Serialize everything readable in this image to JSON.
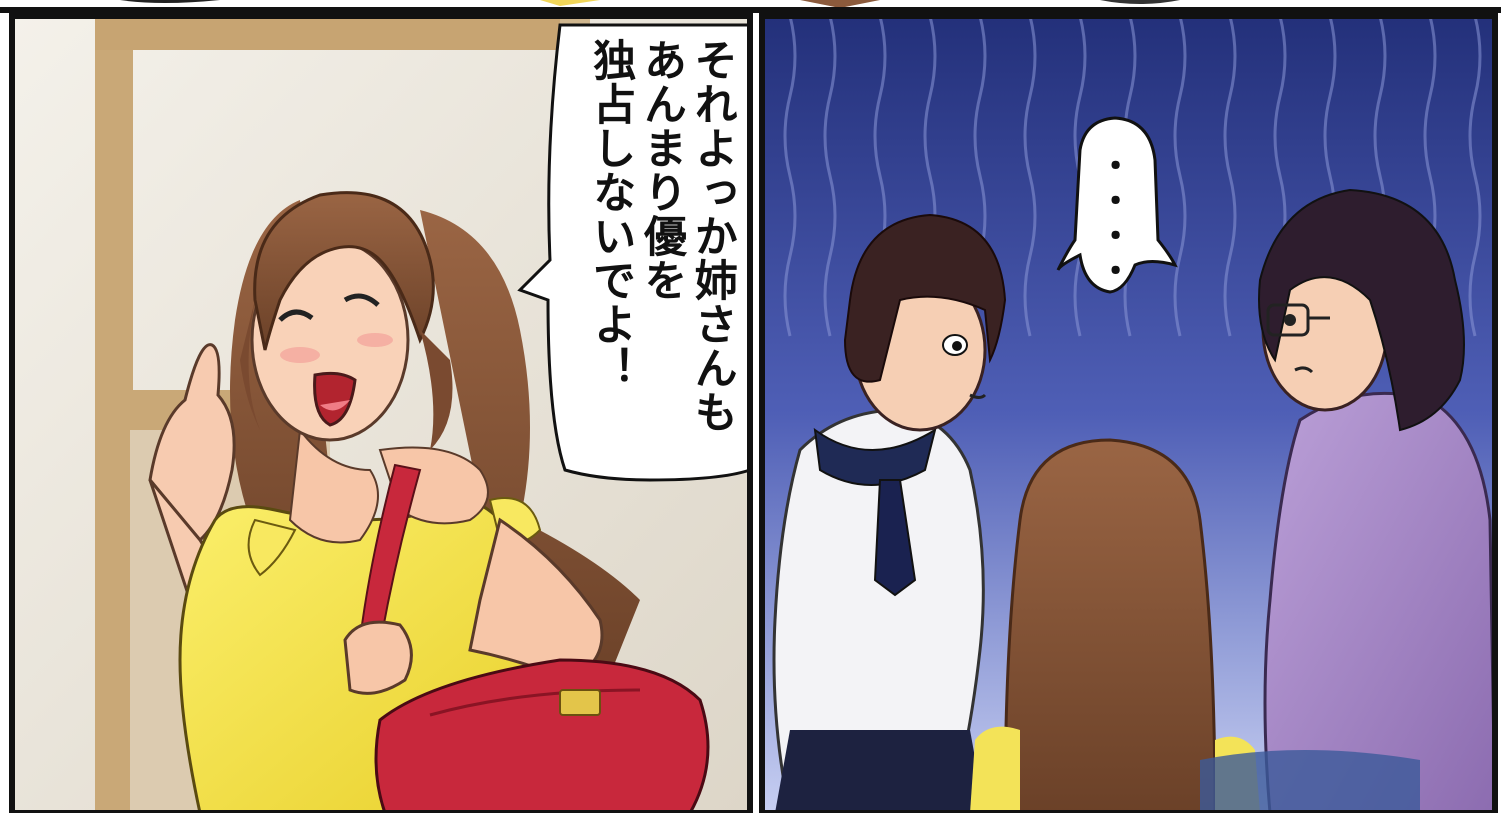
{
  "panels": {
    "left": {
      "speech": {
        "lines": [
          "それよっか姉さんも",
          "あんまり優を",
          "独占しないでよ！"
        ]
      }
    },
    "right": {
      "speech": {
        "text": "・・・・"
      }
    }
  },
  "colors": {
    "border": "#111111",
    "wall_left": "#ece7dc",
    "wood": "#c9a877",
    "hair_brown": "#8b5a3c",
    "yellow_top": "#f6e64e",
    "red_bag": "#c8283c",
    "bg_blue_dark": "#2f3f8f",
    "bg_blue_light": "#b9c3ee",
    "purple_sweater": "#a98bc9",
    "uniform_white": "#f3f3f6",
    "hair_dark": "#3a2222"
  }
}
